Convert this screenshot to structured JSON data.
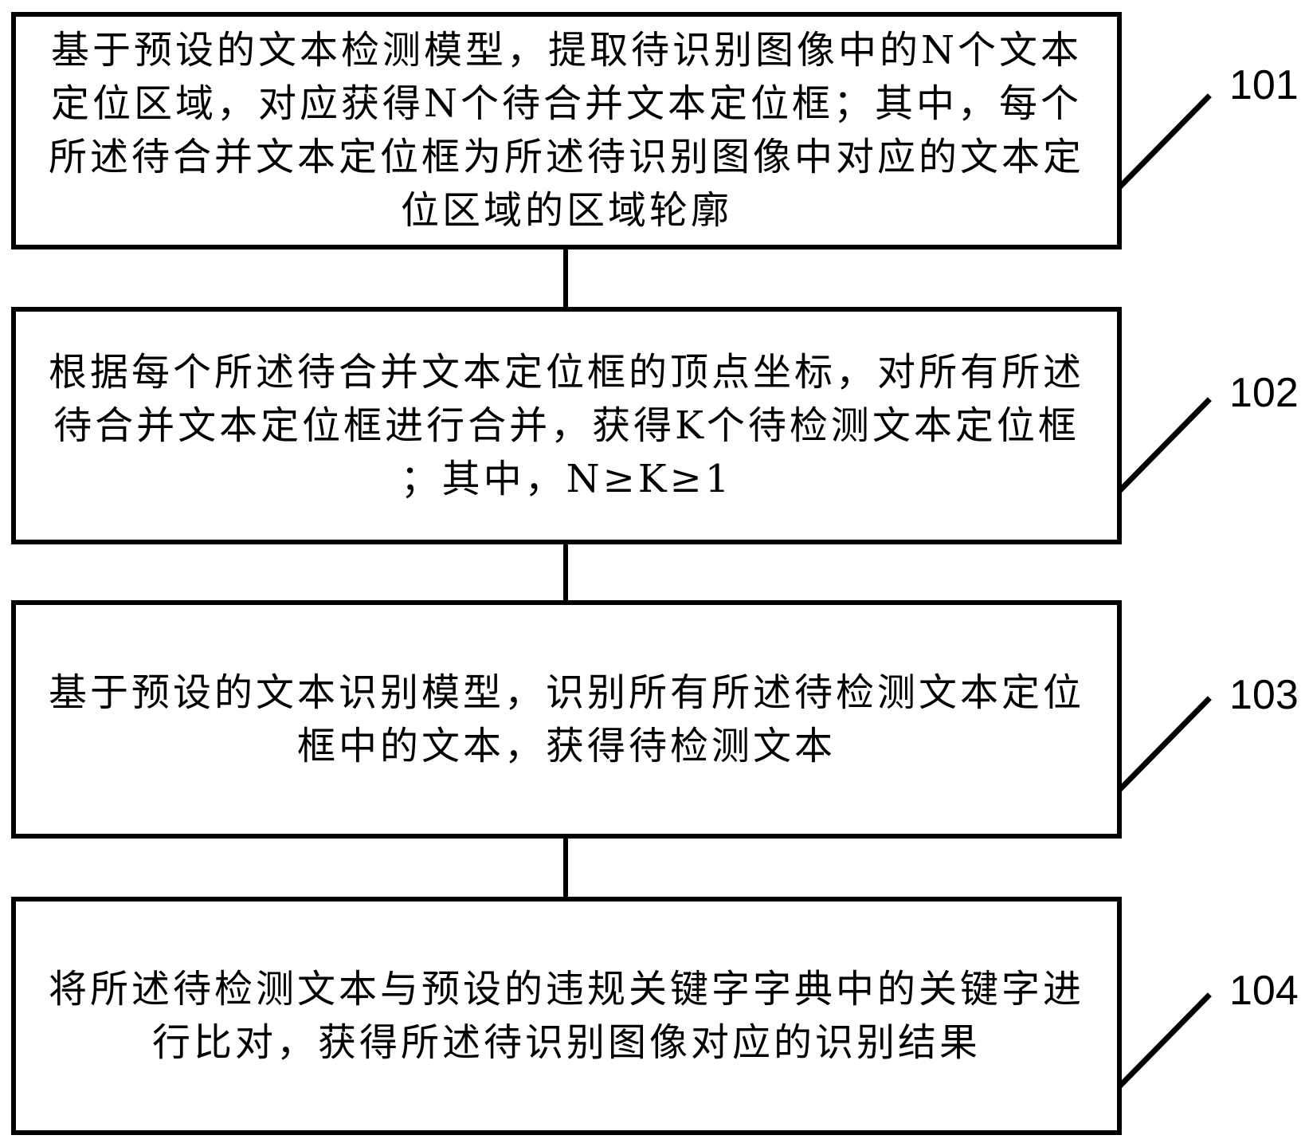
{
  "figure": {
    "type": "flowchart",
    "background_color": "#ffffff",
    "line_color": "#000000",
    "text_color": "#000000",
    "steps": [
      {
        "id": "101",
        "lines": [
          "基于预设的文本检测模型，提取待识别图像中的N个文本",
          "定位区域，对应获得N个待合并文本定位框；其中，每个",
          "所述待合并文本定位框为所述待识别图像中对应的文本定",
          "位区域的区域轮廓"
        ]
      },
      {
        "id": "102",
        "lines": [
          "根据每个所述待合并文本定位框的顶点坐标，对所有所述",
          "待合并文本定位框进行合并，获得K个待检测文本定位框",
          "；其中，N≥K≥1"
        ]
      },
      {
        "id": "103",
        "lines": [
          "基于预设的文本识别模型，识别所有所述待检测文本定位",
          "框中的文本，获得待检测文本"
        ]
      },
      {
        "id": "104",
        "lines": [
          "将所述待检测文本与预设的违规关键字字典中的关键字进",
          "行比对，获得所述待识别图像对应的识别结果"
        ]
      }
    ]
  }
}
